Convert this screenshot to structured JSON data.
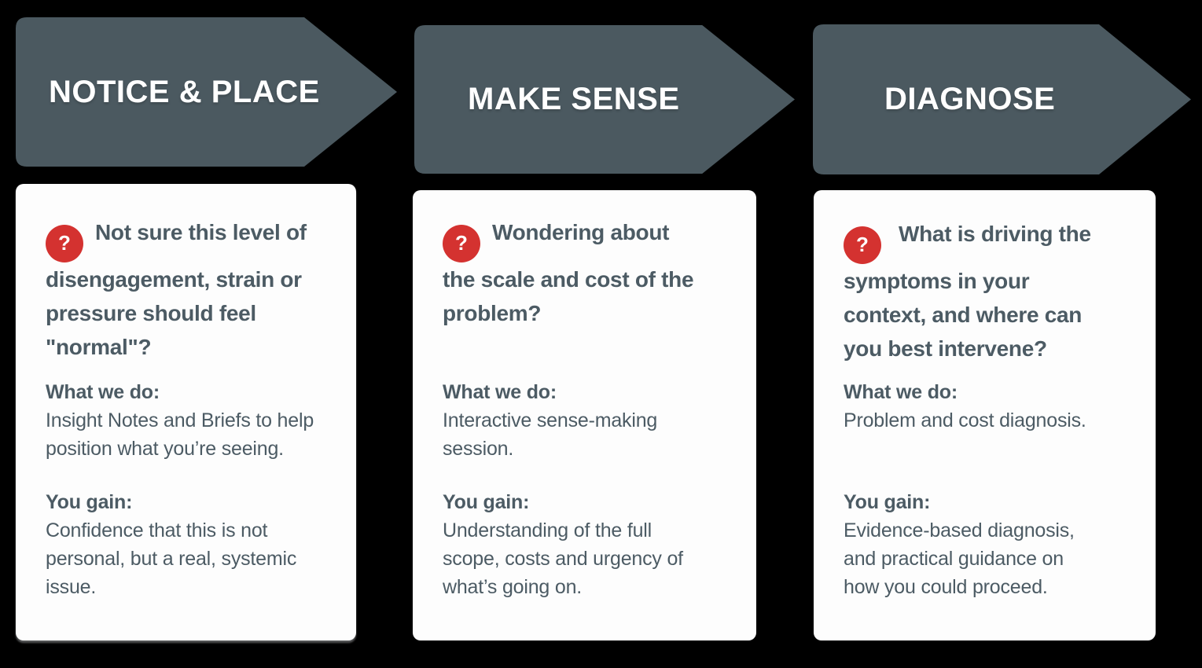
{
  "colors": {
    "background": "#000000",
    "arrow": "#4b5960",
    "card_background": "#fdfdfd",
    "text": "#4c5b64",
    "accent_red": "#d43230",
    "arrow_label": "#ffffff"
  },
  "icons": {
    "question_glyph": "?"
  },
  "stages": [
    {
      "arrow_label": "NOTICE & PLACE",
      "question": "Not sure this level of\ndisengagement, strain or\npressure should feel\n\"normal\"?",
      "what_label": "What we do:",
      "what_text": "Insight Notes and Briefs to help\nposition what you’re seeing.",
      "gain_label": "You gain:",
      "gain_text": "Confidence that this is not\npersonal, but a real, systemic\nissue."
    },
    {
      "arrow_label": "MAKE SENSE",
      "question": "Wondering about\nthe scale and cost of the\nproblem?",
      "what_label": "What we do:",
      "what_text": "Interactive sense-making\nsession.",
      "gain_label": "You gain:",
      "gain_text": "Understanding of the full\nscope, costs and urgency of\nwhat’s going on."
    },
    {
      "arrow_label": "DIAGNOSE",
      "question": "What is driving the\nsymptoms in your\ncontext, and where can\nyou best intervene?",
      "what_label": "What we do:",
      "what_text": "Problem and cost diagnosis.",
      "gain_label": "You gain:",
      "gain_text": "Evidence-based diagnosis,\nand practical guidance on\nhow you could proceed."
    }
  ]
}
